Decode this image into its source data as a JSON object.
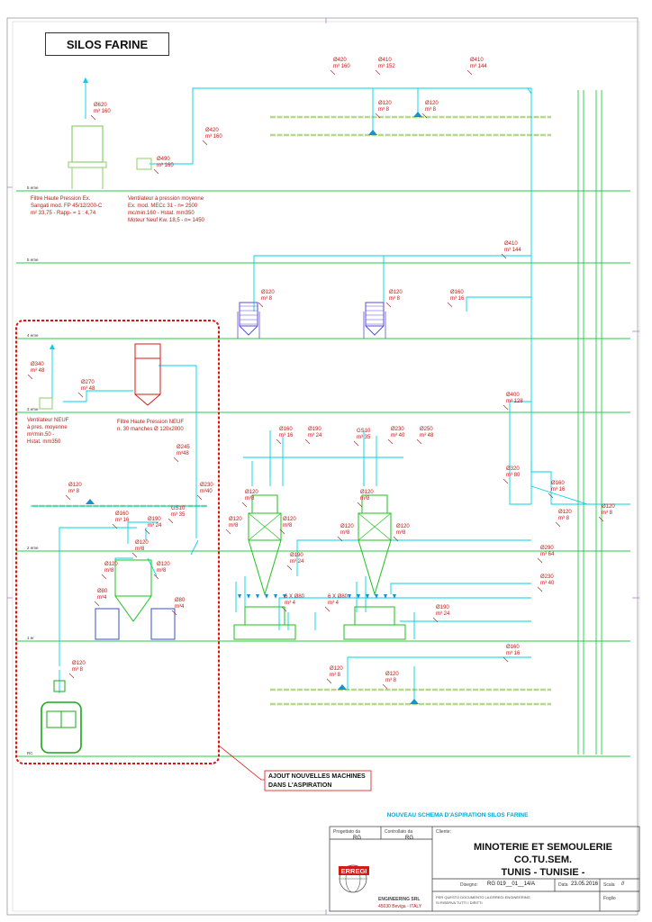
{
  "title": "SILOS FARINE",
  "levels": [
    {
      "label": "5 eme"
    },
    {
      "label": "5 eme"
    },
    {
      "label": "4 eme"
    },
    {
      "label": "3 eme"
    },
    {
      "label": "2 eme"
    },
    {
      "label": "1 er"
    },
    {
      "label": "RC"
    }
  ],
  "pipe_labels": {
    "l1": [
      "Ø620",
      "m³ 160"
    ],
    "l2": [
      "Ø490",
      "m³ 160"
    ],
    "l3": [
      "Ø420",
      "m³ 160"
    ],
    "l4": [
      "Ø420",
      "m³ 160"
    ],
    "l5": [
      "Ø410",
      "m³ 152"
    ],
    "l6": [
      "Ø410",
      "m³ 144"
    ],
    "l7": [
      "Ø120",
      "m³ 8"
    ],
    "l8": [
      "Ø120",
      "m³ 8"
    ],
    "l9": [
      "Ø410",
      "m³ 144"
    ],
    "l10": [
      "Ø120",
      "m³ 8"
    ],
    "l11": [
      "Ø120",
      "m³ 8"
    ],
    "l12": [
      "Ø160",
      "m³ 16"
    ],
    "l13": [
      "Ø340",
      "m³ 48"
    ],
    "l14": [
      "Ø270",
      "m³ 48"
    ],
    "l15": [
      "Ø400",
      "m³ 128"
    ],
    "l16": [
      "Ø160",
      "m³ 16"
    ],
    "l17": [
      "Ø190",
      "m³ 24"
    ],
    "l18": [
      "GS10",
      "m³ 35"
    ],
    "l19": [
      "Ø230",
      "m³ 40"
    ],
    "l20": [
      "Ø250",
      "m³ 48"
    ],
    "l21": [
      "Ø245",
      "m³48"
    ],
    "l22": [
      "Ø230",
      "m³40"
    ],
    "l23": [
      "Ø120",
      "m³ 8"
    ],
    "l24": [
      "Ø320",
      "m³ 80"
    ],
    "l25": [
      "Ø160",
      "m³ 16"
    ],
    "l26": [
      "Ø120",
      "m³ 8"
    ],
    "l27": [
      "Ø120",
      "m³ 8"
    ],
    "l28": [
      "Ø120",
      "m³8"
    ],
    "l29": [
      "Ø120",
      "m³8"
    ],
    "l30": [
      "Ø120",
      "m³8"
    ],
    "l31": [
      "Ø120",
      "m³8"
    ],
    "l32": [
      "Ø120",
      "m³8"
    ],
    "l33": [
      "Ø120",
      "m³8"
    ],
    "l34": [
      "Ø160",
      "m³ 16"
    ],
    "l35": [
      "Ø190",
      "m³ 24"
    ],
    "l36": [
      "GS10",
      "m³ 35"
    ],
    "l37": [
      "Ø120",
      "m³8"
    ],
    "l38": [
      "Ø120",
      "m³8"
    ],
    "l39": [
      "Ø120",
      "m³8"
    ],
    "l40": [
      "Ø290",
      "m³ 64"
    ],
    "l41": [
      "Ø190",
      "m³ 24"
    ],
    "l42": [
      "Ø230",
      "m³ 40"
    ],
    "l43": [
      "Ø80",
      "m³4"
    ],
    "l44": [
      "Ø80",
      "m³4"
    ],
    "l45": [
      "6 X Ø80",
      "m³ 4"
    ],
    "l46": [
      "6 X Ø80",
      "m³ 4"
    ],
    "l47": [
      "Ø190",
      "m³ 24"
    ],
    "l48": [
      "Ø160",
      "m³ 16"
    ],
    "l49": [
      "Ø120",
      "m³ 8"
    ],
    "l50": [
      "Ø120",
      "m³ 8"
    ],
    "l51": [
      "Ø120",
      "m³ 8"
    ]
  },
  "equipment": {
    "filter_top": [
      "Filtre Haute Pression Ex.",
      "Sangati mod. FP 45/12/200-C",
      "m² 33,75 - Rapp- = 1 : 4,74"
    ],
    "fan_top": [
      "Ventilateur à pression moyenne",
      "Ex. mod. MECc 31 - n= 2500",
      "mc/min.160 - Hstat. mm350",
      "Moteur Neuf Kw. 18,5 - n= 1450"
    ],
    "fan_new": [
      "Ventilateur NEUF",
      "à pres. moyenne",
      "m³/min.50 -",
      "Hstat. mm350"
    ],
    "filter_new": [
      "Filtre Haute Pression NEUF",
      "n. 30 manches Ø 120x2000"
    ]
  },
  "annotation": [
    "AJOUT NOUVELLES MACHINES",
    "DANS L'ASPIRATION"
  ],
  "title_block": {
    "heading": "NOUVEAU SCHEMA D'ASPIRATION SILOS FARINE",
    "designed_label": "Progettato da",
    "designed_value": "RG",
    "checked_label": "Controllato da",
    "checked_value": "RG",
    "client_label": "Cliente:",
    "client_line1": "MINOTERIE ET SEMOULERIE CO.TU.SEM.",
    "client_line2": "TUNIS   - TUNISIE -",
    "drawing_label": "Disegno:",
    "drawing_value": "RG 019__01__14/A",
    "date_label": "Data",
    "date_value": "23.05.2016",
    "scale_label": "Scala",
    "scale_value": "//",
    "sheet_label": "Foglio",
    "logo_text": "ERREGI",
    "company_name": "ENGINEERING SRL",
    "company_address": "45030 Beviga - ITALY",
    "copyright": [
      "PER QUESTO DOCUMENTO LA ERREGI ENGINEERING",
      "SI RISERVA TUTTI I DIRITTI"
    ]
  },
  "colors": {
    "pipe": "#00d2e6",
    "floor": "#22cc44",
    "dim": "#d11a1a",
    "highlight": "#e01010",
    "machine": "#1ec21e",
    "equip_green": "#8ccf6a",
    "silo": "#5a4fd8"
  }
}
